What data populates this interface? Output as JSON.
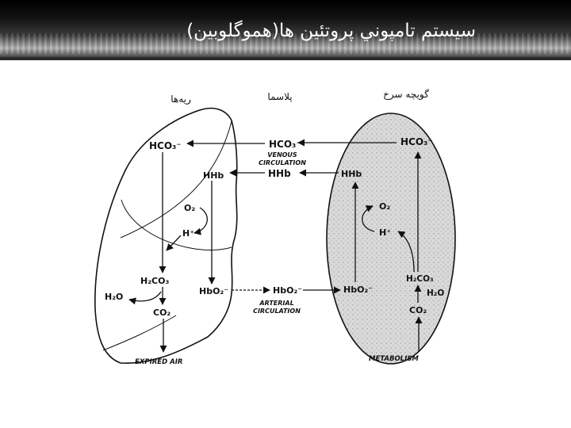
{
  "slide": {
    "title": "سيستم تامپوني پروتئين ها(هموگلوبين)"
  },
  "diagram": {
    "headings": {
      "lungs": "ريه‌ها",
      "plasma": "پلاسما",
      "rbc": "گويچه سرخ"
    },
    "lung": {
      "hco3": "HCO₃⁻",
      "hhb": "HHb",
      "o2": "O₂",
      "hplus": "H⁺",
      "h2co3": "H₂CO₃",
      "h2o": "H₂O",
      "hbo2": "HbO₂⁻",
      "co2": "CO₂",
      "expired": "EXPIRED AIR"
    },
    "plasma": {
      "hco3": "HCO₃⁻",
      "venous_1": "VENOUS",
      "venous_2": "CIRCULATION",
      "hhb": "HHb",
      "hbo2": "HbO₂⁻",
      "arterial_1": "ARTERIAL",
      "arterial_2": "CIRCULATION"
    },
    "rbc": {
      "hco3": "HCO₃⁻",
      "hhb": "HHb",
      "o2": "O₂",
      "hplus": "H⁺",
      "hbo2": "HbO₂⁻",
      "h2co3": "H₂CO₃",
      "h2o": "H₂O",
      "co2": "CO₂",
      "metabolism": "METABOLISM"
    },
    "colors": {
      "ink": "#111111",
      "rbc_fill": "#dcdcdc"
    }
  }
}
